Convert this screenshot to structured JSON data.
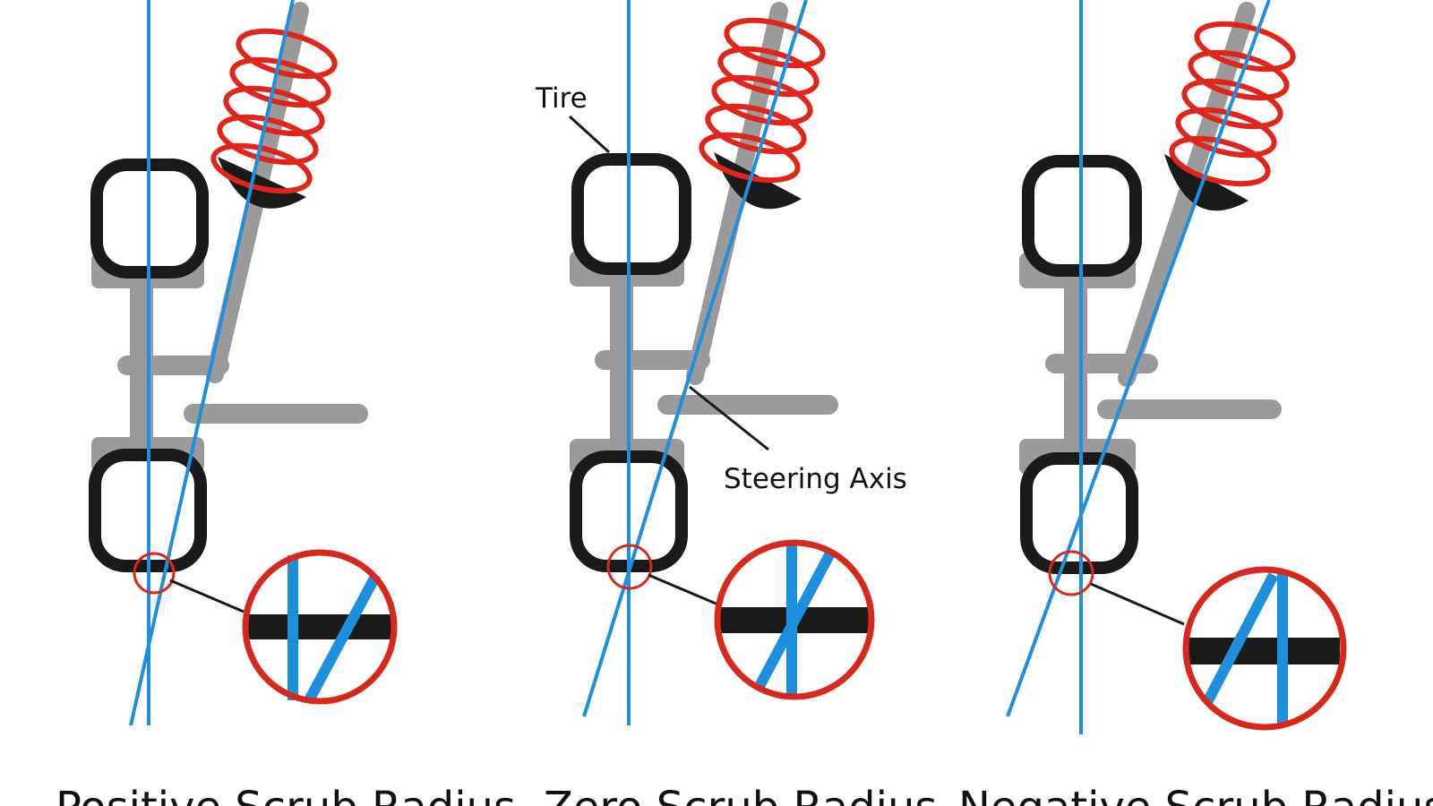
{
  "labels": {
    "tire": "Tire",
    "steering_axis": "Steering Axis"
  },
  "captions": {
    "positive": "Positive Scrub Radius",
    "zero": "Zero Scrub Radius",
    "negative": "Negative Scrub Radius"
  },
  "colors": {
    "axis_line": "#1e8fdc",
    "spring": "#e0261c",
    "strut": "#9a9a9a",
    "tire": "#1a1a1a",
    "magnifier": "#d8281d"
  },
  "panels": [
    {
      "name": "positive-scrub-radius",
      "scrub": "positive"
    },
    {
      "name": "zero-scrub-radius",
      "scrub": "zero"
    },
    {
      "name": "negative-scrub-radius",
      "scrub": "negative"
    }
  ]
}
